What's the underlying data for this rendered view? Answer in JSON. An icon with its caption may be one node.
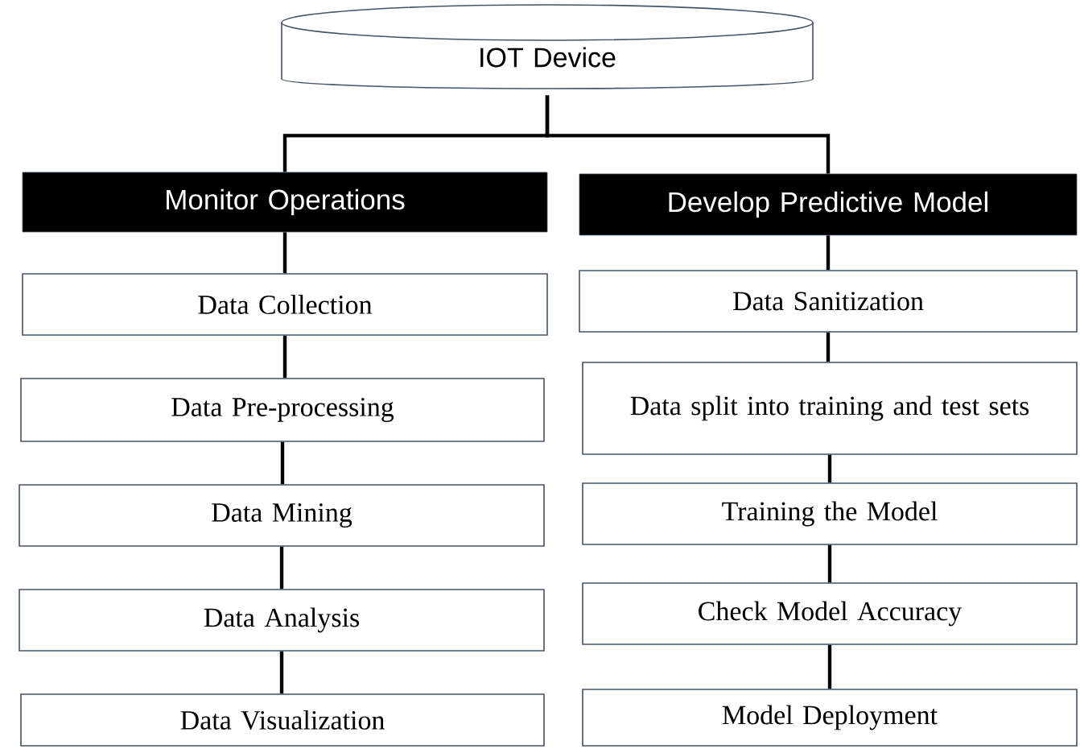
{
  "diagram": {
    "nodes": [
      {
        "text": [
          "IOT Device"
        ]
      },
      {
        "text": [
          "Monitor Operations"
        ]
      },
      {
        "text": [
          "Develop Predictive Model"
        ]
      },
      {
        "text": [
          "Data Collection"
        ]
      },
      {
        "text": [
          "Data Pre-processing"
        ]
      },
      {
        "text": [
          "Data Mining"
        ]
      },
      {
        "text": [
          "Data Analysis"
        ]
      },
      {
        "text": [
          "Data Visualization"
        ]
      },
      {
        "text": [
          "Data Sanitization"
        ]
      },
      {
        "text": [
          "Data split into training and test sets"
        ]
      },
      {
        "text": [
          "Training the Model"
        ]
      },
      {
        "text": [
          "Check Model Accuracy"
        ]
      },
      {
        "text": [
          "Model Deployment"
        ]
      }
    ],
    "edges": [
      {
        "from": 0,
        "to": 1,
        "arrow": "none"
      },
      {
        "from": 0,
        "to": 2,
        "arrow": "none"
      },
      {
        "from": 1,
        "to": 3,
        "arrow": "none"
      },
      {
        "from": 3,
        "to": 4,
        "arrow": "none"
      },
      {
        "from": 4,
        "to": 5,
        "arrow": "none"
      },
      {
        "from": 5,
        "to": 6,
        "arrow": "none"
      },
      {
        "from": 6,
        "to": 7,
        "arrow": "none"
      },
      {
        "from": 2,
        "to": 8,
        "arrow": "none"
      },
      {
        "from": 8,
        "to": 9,
        "arrow": "none"
      },
      {
        "from": 9,
        "to": 10,
        "arrow": "none"
      },
      {
        "from": 10,
        "to": 11,
        "arrow": "none"
      },
      {
        "from": 11,
        "to": 12,
        "arrow": "none"
      }
    ]
  }
}
